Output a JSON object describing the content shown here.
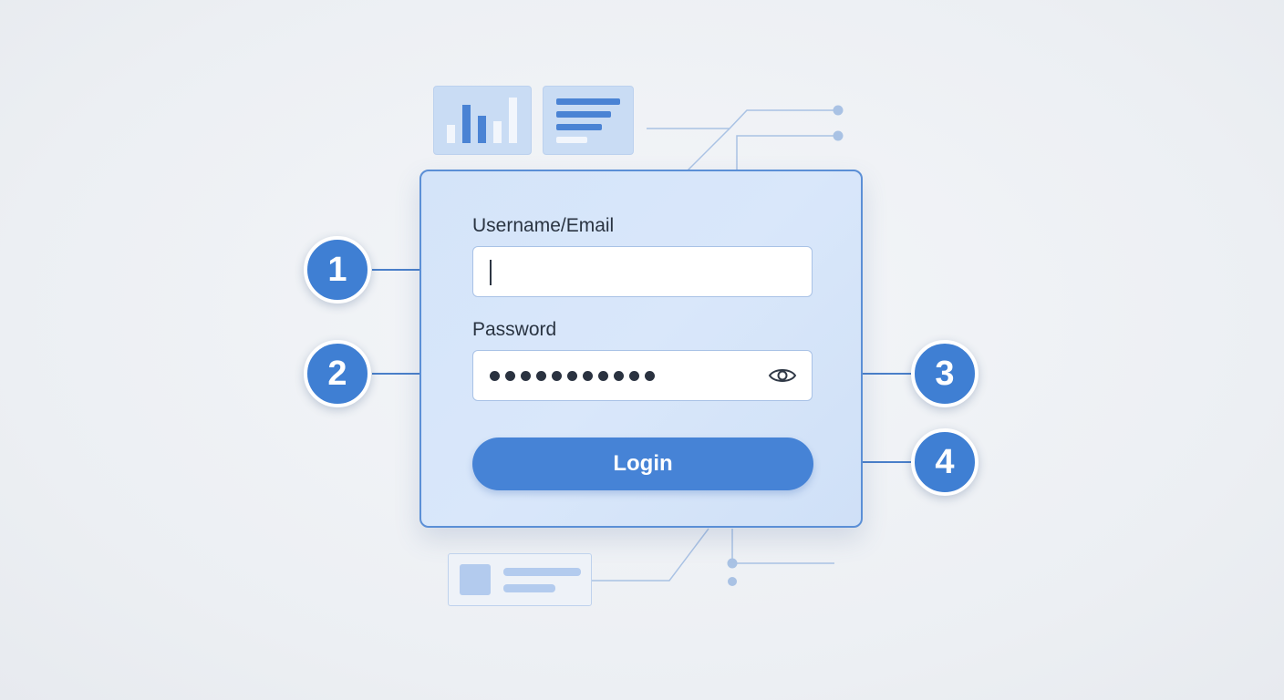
{
  "login_form": {
    "username_label": "Username/Email",
    "username_value": "",
    "password_label": "Password",
    "password_mask_length": 11,
    "login_label": "Login"
  },
  "callouts": {
    "one": "1",
    "two": "2",
    "three": "3",
    "four": "4"
  },
  "colors": {
    "accent": "#4683d6",
    "badge": "#3f7fd3",
    "card_border": "#5b8fd6",
    "card_fill": "#d4e4f9",
    "connector": "#4a7fc9",
    "background": "#eceff3"
  },
  "icons": {
    "password_toggle": "eye-icon",
    "deco_chart": "bar-chart-icon",
    "deco_text": "text-lines-icon"
  }
}
